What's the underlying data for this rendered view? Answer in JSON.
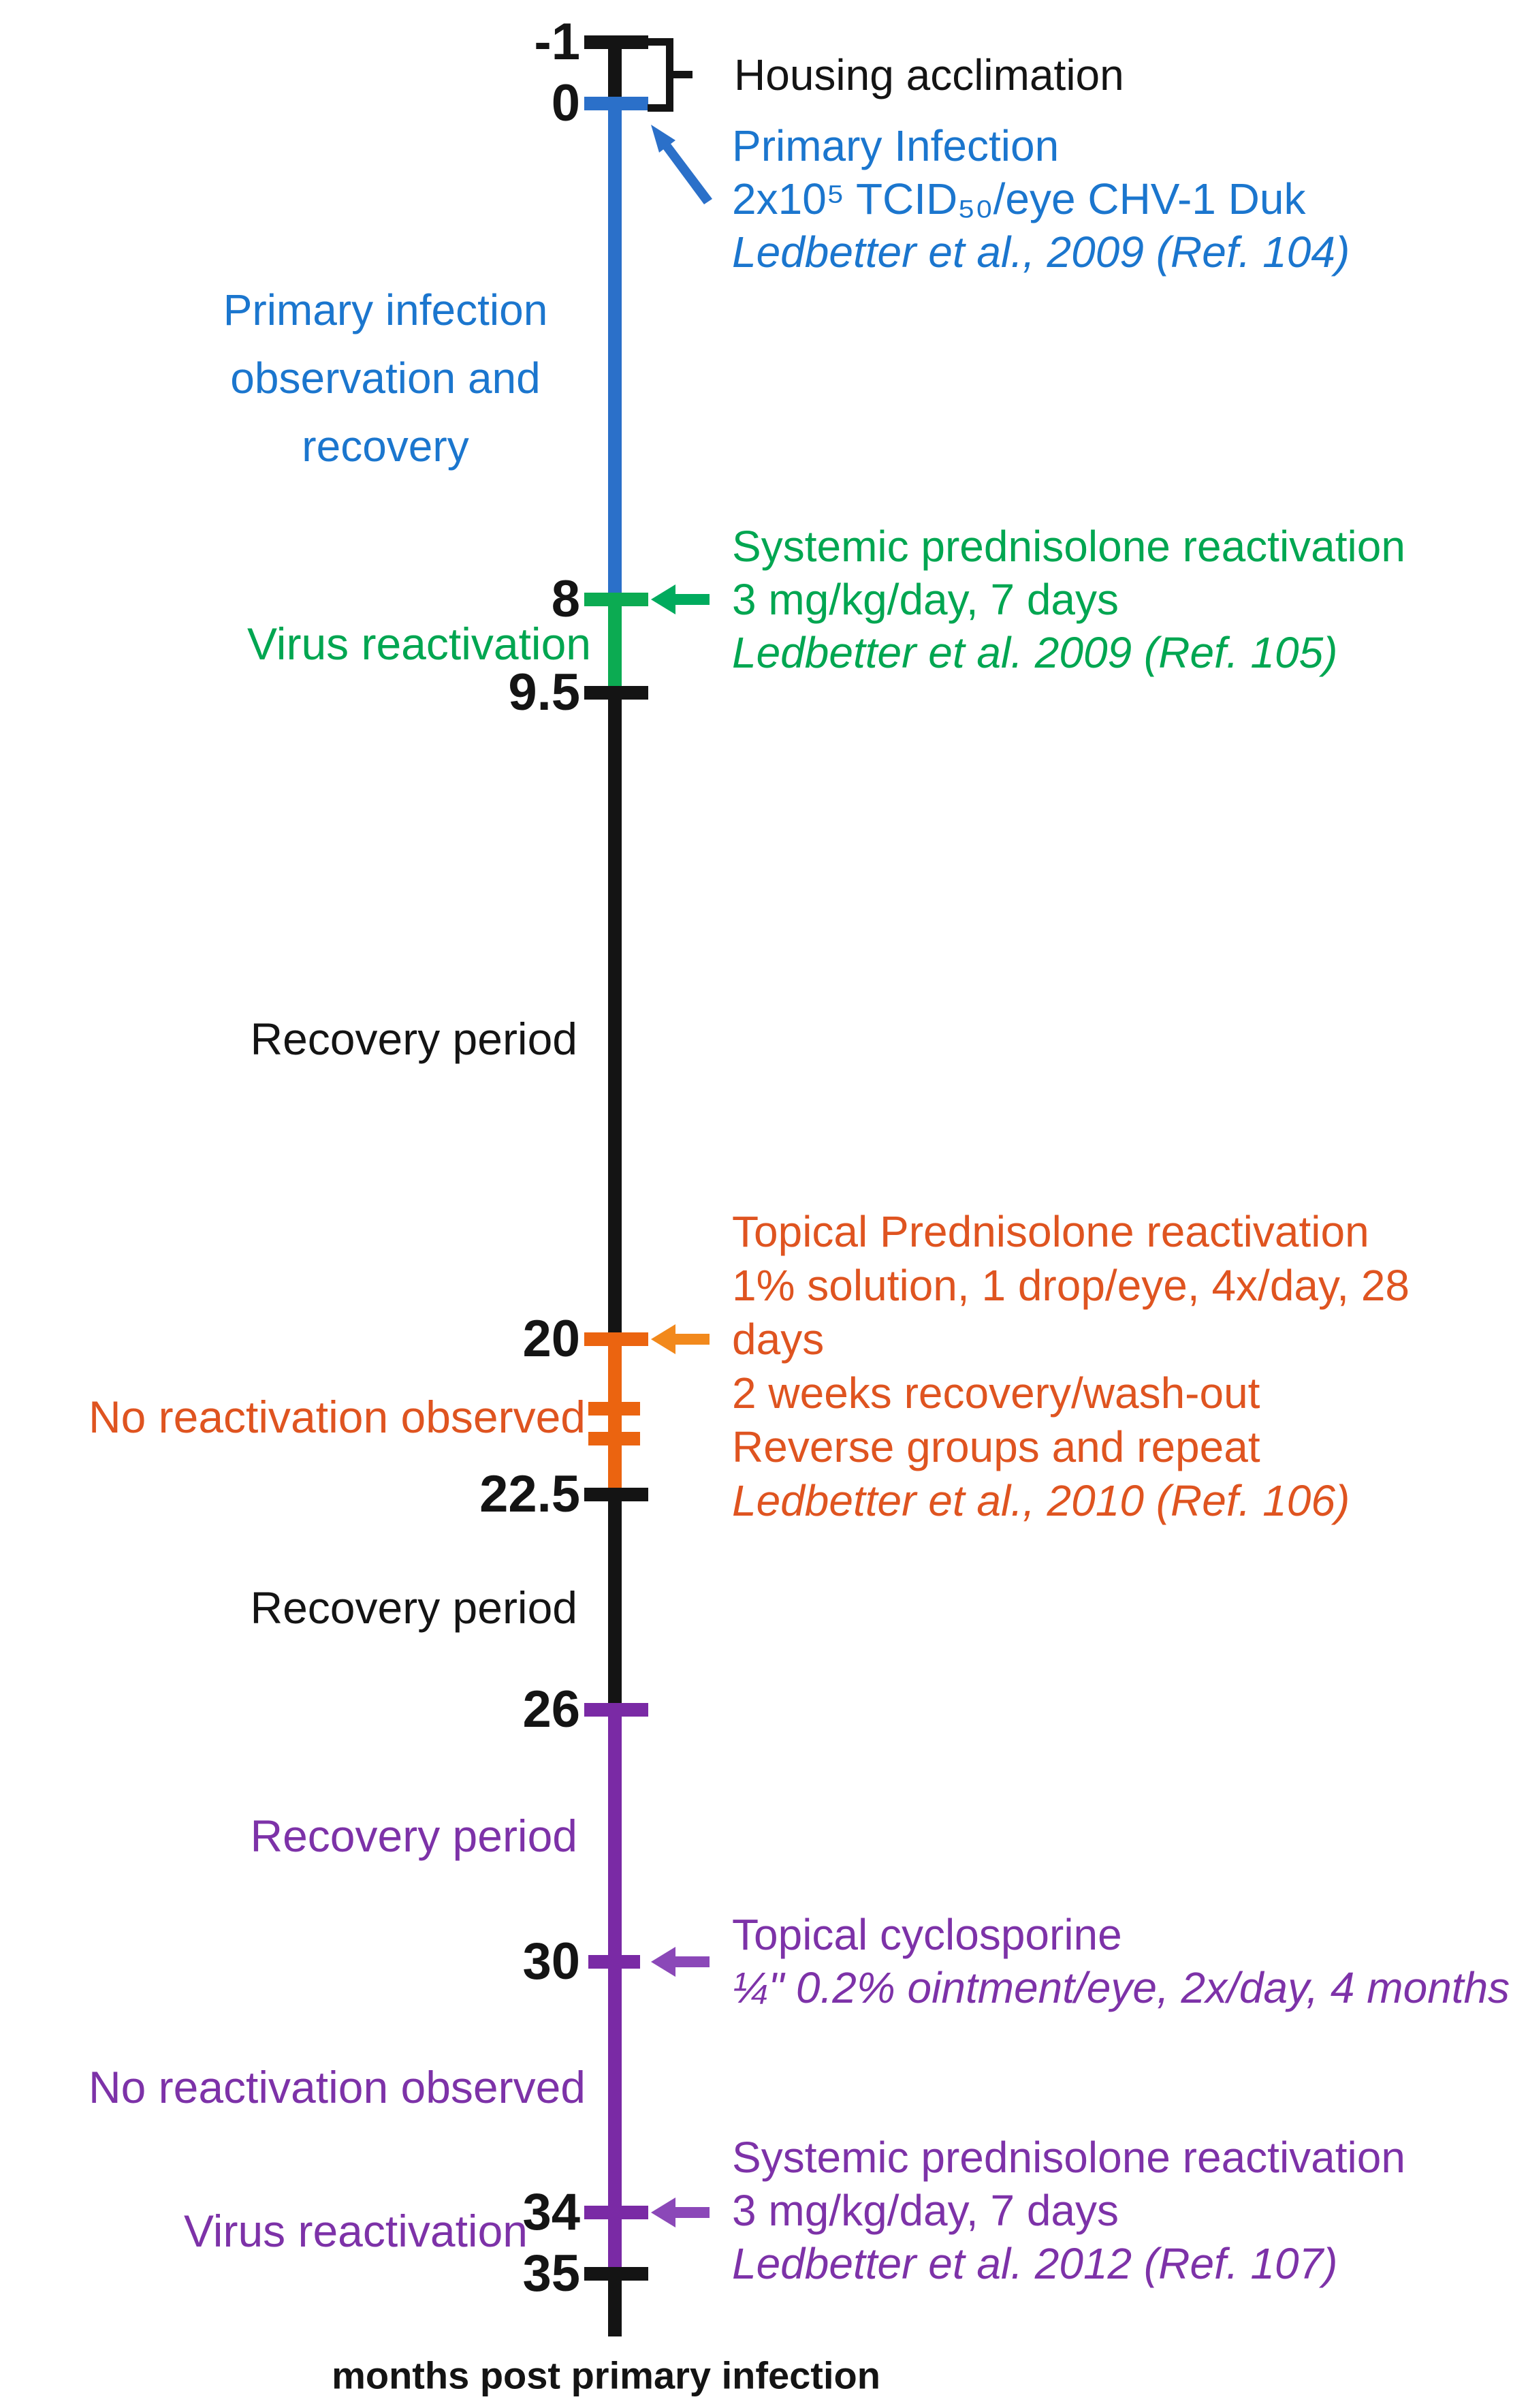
{
  "figure": {
    "axis_label": "months post primary infection",
    "bracket_label": "Housing acclimation"
  },
  "colors": {
    "blue_text": "#1B76CE",
    "blue_line": "#2B70C9",
    "green_text": "#00A651",
    "green_line": "#0CAB52",
    "green_arrow": "#00AB5E",
    "orange_text": "#DF5420",
    "orange_line": "#EB6410",
    "orange_arrow": "#F2891C",
    "purple_text": "#7D32A8",
    "purple_line": "#7A2AA5",
    "purple_arrow": "#8B48B8",
    "black": "#141414"
  },
  "ticks": [
    {
      "label": "-1",
      "month": -1,
      "color": "black"
    },
    {
      "label": "0",
      "month": 0,
      "color": "blue"
    },
    {
      "label": "8",
      "month": 8,
      "color": "green"
    },
    {
      "label": "9.5",
      "month": 9.5,
      "color": "black"
    },
    {
      "label": "20",
      "month": 20,
      "color": "orange"
    },
    {
      "label": "",
      "month": 21,
      "color": "orange"
    },
    {
      "label": "",
      "month": 21.5,
      "color": "orange"
    },
    {
      "label": "22.5",
      "month": 22.5,
      "color": "black"
    },
    {
      "label": "26",
      "month": 26,
      "color": "purple"
    },
    {
      "label": "30",
      "month": 30,
      "color": "purple"
    },
    {
      "label": "34",
      "month": 34,
      "color": "purple"
    },
    {
      "label": "35",
      "month": 35,
      "color": "black"
    }
  ],
  "segments": [
    {
      "from": -1,
      "to": 0,
      "color": "black",
      "phase": "housing acclimation"
    },
    {
      "from": 0,
      "to": 8,
      "color": "blue",
      "phase": "primary infection observation and recovery"
    },
    {
      "from": 8,
      "to": 9.5,
      "color": "green",
      "phase": "virus reactivation"
    },
    {
      "from": 9.5,
      "to": 20,
      "color": "black",
      "phase": "recovery period"
    },
    {
      "from": 20,
      "to": 22.5,
      "color": "orange",
      "phase": "no reactivation observed"
    },
    {
      "from": 22.5,
      "to": 26,
      "color": "black",
      "phase": "recovery period"
    },
    {
      "from": 26,
      "to": 30,
      "color": "purple",
      "phase": "recovery period"
    },
    {
      "from": 30,
      "to": 34,
      "color": "purple",
      "phase": "no reactivation observed"
    },
    {
      "from": 34,
      "to": 35,
      "color": "purple",
      "phase": "virus reactivation"
    }
  ],
  "left_labels": [
    {
      "color": "blue",
      "lines": [
        "Primary infection",
        "observation and",
        "recovery"
      ]
    },
    {
      "color": "green",
      "text": "Virus reactivation"
    },
    {
      "color": "black",
      "text": "Recovery period"
    },
    {
      "color": "orange",
      "text": "No reactivation observed"
    },
    {
      "color": "black",
      "text": "Recovery period"
    },
    {
      "color": "purple",
      "text": "Recovery period"
    },
    {
      "color": "purple",
      "text": "No reactivation observed"
    },
    {
      "color": "purple",
      "text": "Virus reactivation"
    }
  ],
  "events": [
    {
      "color": "black",
      "at_month": -0.5,
      "lines": [
        {
          "text": "Housing acclimation",
          "italic": false
        }
      ]
    },
    {
      "color": "blue",
      "at_month": 0,
      "lines": [
        {
          "text": "Primary Infection",
          "italic": false
        },
        {
          "text": "2x10⁵ TCID₅₀/eye CHV-1 Duk",
          "italic": false
        },
        {
          "text": "Ledbetter et al., 2009 (Ref. 104)",
          "italic": true
        }
      ]
    },
    {
      "color": "green",
      "at_month": 8,
      "lines": [
        {
          "text": "Systemic prednisolone reactivation",
          "italic": false
        },
        {
          "text": "3 mg/kg/day, 7 days",
          "italic": false
        },
        {
          "text": "Ledbetter et al. 2009 (Ref. 105)",
          "italic": true
        }
      ]
    },
    {
      "color": "orange",
      "at_month": 20,
      "lines": [
        {
          "text": "Topical Prednisolone reactivation",
          "italic": false
        },
        {
          "text": "1% solution, 1 drop/eye, 4x/day, 28",
          "italic": false
        },
        {
          "text": "days",
          "italic": false
        },
        {
          "text": "2 weeks recovery/wash-out",
          "italic": false
        },
        {
          "text": "Reverse groups and repeat",
          "italic": false
        },
        {
          "text": "Ledbetter et al., 2010 (Ref. 106)",
          "italic": true
        }
      ]
    },
    {
      "color": "purple",
      "at_month": 30,
      "lines": [
        {
          "text": "Topical cyclosporine",
          "italic": false
        },
        {
          "text": "¼\" 0.2% ointment/eye, 2x/day, 4 months",
          "italic": true
        }
      ]
    },
    {
      "color": "purple",
      "at_month": 34,
      "lines": [
        {
          "text": "Systemic prednisolone reactivation",
          "italic": false
        },
        {
          "text": "3 mg/kg/day, 7 days",
          "italic": false
        },
        {
          "text": "Ledbetter et al. 2012 (Ref. 107)",
          "italic": true
        }
      ]
    }
  ]
}
